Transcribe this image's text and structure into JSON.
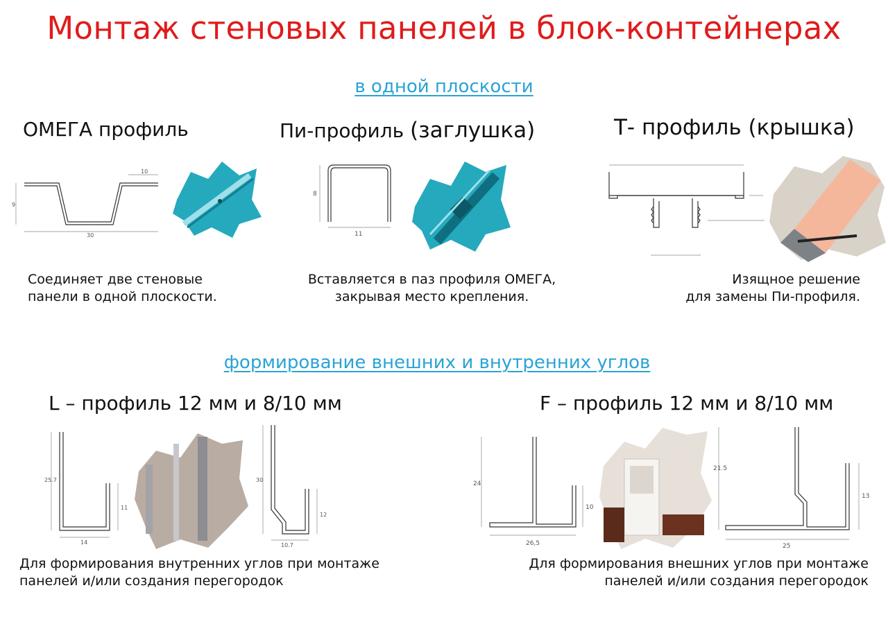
{
  "title": "Монтаж стеновых панелей в блок-контейнерах",
  "section1": {
    "heading": "в одной плоскости",
    "items": [
      {
        "name": "ОМЕГА профиль",
        "description": [
          "Соединяет  две стеновые",
          "панели в одной плоскости."
        ],
        "dims": [
          "10",
          "9",
          "30"
        ]
      },
      {
        "name_prefix": "Пи-профиль ",
        "name_suffix": "(заглушка)",
        "description": [
          "Вставляется в паз профиля ОМЕГА,",
          "закрывая место крепления."
        ],
        "dims": [
          "8",
          "11"
        ]
      },
      {
        "name": "Т- профиль (крышка)",
        "description": [
          "Изящное решение",
          "для замены Пи-профиля."
        ]
      }
    ]
  },
  "section2": {
    "heading": "формирование внешних и внутренних углов",
    "items": [
      {
        "name": "L – профиль 12 мм и 8/10 мм",
        "description": [
          "Для формирования внутренних углов при монтаже",
          "панелей и/или создания перегородок"
        ],
        "dims_a": [
          "25.7",
          "11",
          "14"
        ],
        "dims_b": [
          "30",
          "12",
          "10.7"
        ]
      },
      {
        "name": "F – профиль 12 мм и 8/10 мм",
        "description": [
          "Для формирования внешних углов при монтаже",
          "панелей и/или создания перегородок"
        ],
        "dims_a": [
          "24",
          "10",
          "26,5"
        ],
        "dims_b": [
          "21.5",
          "13",
          "25"
        ]
      }
    ]
  },
  "colors": {
    "title": "#e01b1b",
    "section_heading": "#2aa3d6",
    "profile_teal": "#25a9bd",
    "panel_peach": "#f4b79b"
  }
}
